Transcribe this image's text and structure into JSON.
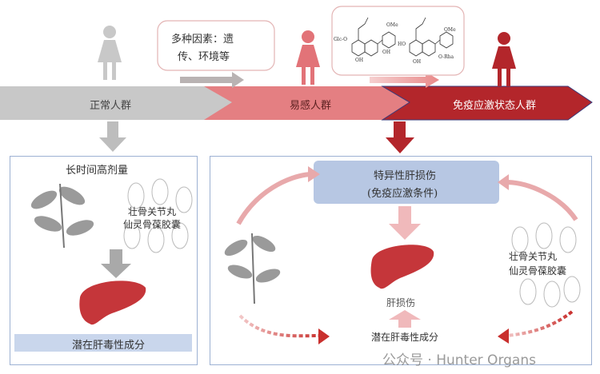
{
  "stages": [
    {
      "label": "正常人群",
      "color": "#c9c9c9"
    },
    {
      "label": "易感人群",
      "color": "#e07a7e"
    },
    {
      "label": "免疫应激状态人群",
      "color": "#b5282c"
    }
  ],
  "factor_box": {
    "line1": "多种因素：遗",
    "line2": "传、环境等"
  },
  "chem_labels": {
    "glc": "Glc-O",
    "ome1": "OMe",
    "oh1": "OH",
    "oh2": "OH",
    "ho": "HO",
    "ome2": "OMe",
    "oh3": "OH",
    "orha": "O-Rha"
  },
  "left_panel": {
    "dose": "长时间高剂量",
    "drug1": "壮骨关节丸",
    "drug2": "仙灵骨葆胶囊",
    "component": "潜在肝毒性成分"
  },
  "right_panel": {
    "box_line1": "特异性肝损伤",
    "box_line2": "(免疫应激条件)",
    "liver_label": "肝损伤",
    "drug1": "壮骨关节丸",
    "drug2": "仙灵骨葆胶囊",
    "component": "潜在肝毒性成分"
  },
  "watermark": "公众号 · Hunter Organs"
}
